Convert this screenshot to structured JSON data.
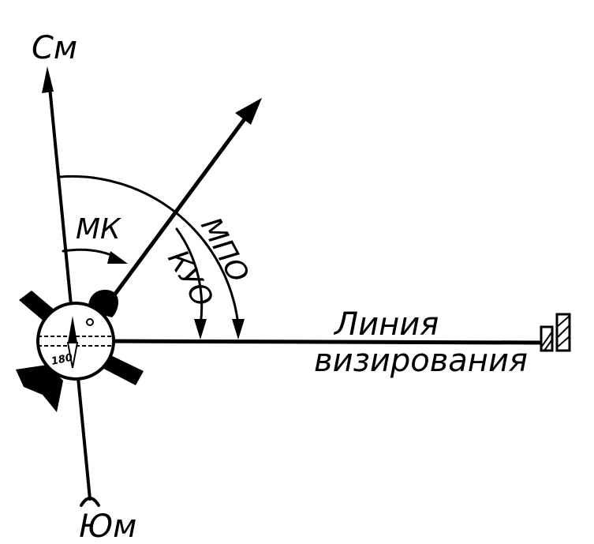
{
  "labels": {
    "magnetic_north": "См",
    "magnetic_south": "Юм",
    "magnetic_course": "МК",
    "course_angle": "КУО",
    "magnetic_bearing": "МПО",
    "sight_line_1": "Линия",
    "sight_line_2": "визирования",
    "compass_card": "180"
  },
  "colors": {
    "ink": "#000000",
    "paper": "#ffffff"
  }
}
